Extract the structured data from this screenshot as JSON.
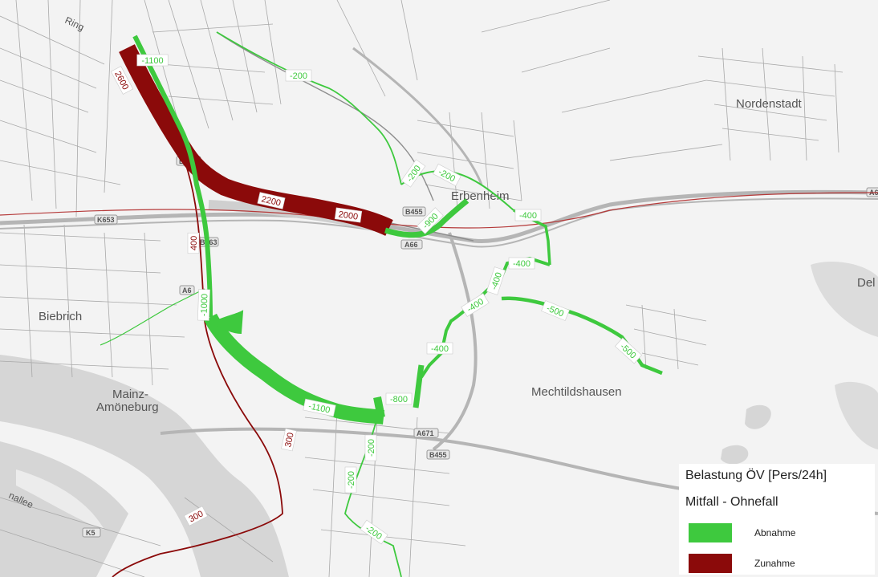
{
  "map": {
    "places": [
      "Nordenstadt",
      "Erbenheim",
      "Biebrich",
      "Mainz-",
      "Amöneburg",
      "Mechtildshausen",
      "Del",
      "Ring",
      "nallee"
    ],
    "road_shields": [
      "B455",
      "K653",
      "A66",
      "A671",
      "B455",
      "A671",
      "B263",
      "K5",
      "B263",
      "A6"
    ],
    "flows": [
      {
        "label": "-1100",
        "type": "decrease"
      },
      {
        "label": "2600",
        "type": "increase"
      },
      {
        "label": "-200",
        "type": "decrease"
      },
      {
        "label": "2200",
        "type": "increase"
      },
      {
        "label": "2000",
        "type": "increase"
      },
      {
        "label": "-200",
        "type": "decrease"
      },
      {
        "label": "-200",
        "type": "decrease"
      },
      {
        "label": "-900",
        "type": "decrease"
      },
      {
        "label": "-400",
        "type": "decrease"
      },
      {
        "label": "-400",
        "type": "decrease"
      },
      {
        "label": "-400",
        "type": "decrease"
      },
      {
        "label": "400",
        "type": "increase"
      },
      {
        "label": "-1000",
        "type": "decrease"
      },
      {
        "label": "-400",
        "type": "decrease"
      },
      {
        "label": "-500",
        "type": "decrease"
      },
      {
        "label": "-500",
        "type": "decrease"
      },
      {
        "label": "-400",
        "type": "decrease"
      },
      {
        "label": "-800",
        "type": "decrease"
      },
      {
        "label": "-1100",
        "type": "decrease"
      },
      {
        "label": "300",
        "type": "increase"
      },
      {
        "label": "-200",
        "type": "decrease"
      },
      {
        "label": "-200",
        "type": "decrease"
      },
      {
        "label": "300",
        "type": "increase"
      },
      {
        "label": "-200",
        "type": "decrease"
      }
    ]
  },
  "legend": {
    "title": "Belastung ÖV [Pers/24h]",
    "subtitle": "Mitfall - Ohnefall",
    "items": [
      {
        "label": "Abnahme",
        "color": "#3ec93e"
      },
      {
        "label": "Zunahme",
        "color": "#8b0a0a"
      }
    ]
  },
  "colors": {
    "decrease": "#3ec93e",
    "increase": "#8b0a0a",
    "water": "#d3d3d3",
    "road": "#bdbdbd",
    "street": "#9a9a9a"
  }
}
